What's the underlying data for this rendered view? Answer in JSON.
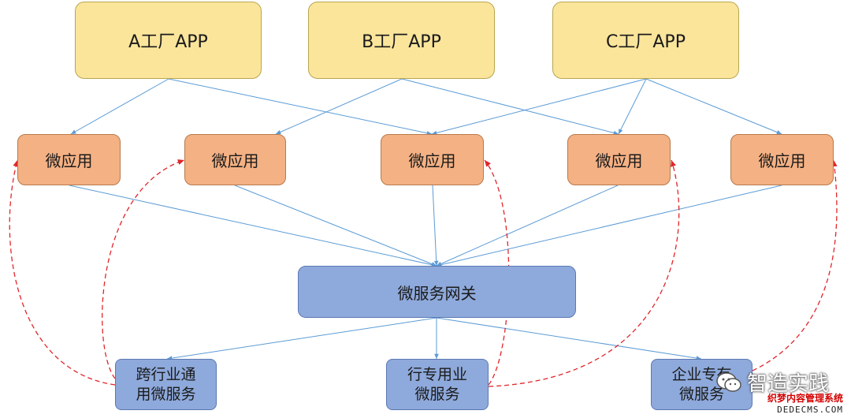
{
  "apps": [
    {
      "label": "A工厂APP"
    },
    {
      "label": "B工厂APP"
    },
    {
      "label": "C工厂APP"
    }
  ],
  "micro_apps": [
    {
      "label": "微应用"
    },
    {
      "label": "微应用"
    },
    {
      "label": "微应用"
    },
    {
      "label": "微应用"
    },
    {
      "label": "微应用"
    }
  ],
  "gateway": {
    "label": "微服务网关"
  },
  "services": [
    {
      "line1": "跨行业通",
      "line2": "用微服务"
    },
    {
      "line1": "行专用业",
      "line2": "微服务"
    },
    {
      "line1": "企业专有",
      "line2": "微服务"
    }
  ],
  "watermark": {
    "brand": "智造实践",
    "site_cn": "织梦内容管理系统",
    "site_en": "DEDECMS.COM"
  },
  "colors": {
    "app_fill": "#fbe59b",
    "micro_fill": "#f4b184",
    "service_fill": "#8ea9db",
    "edge": "#5b9bd5",
    "dashed_edge": "#e0262a"
  }
}
